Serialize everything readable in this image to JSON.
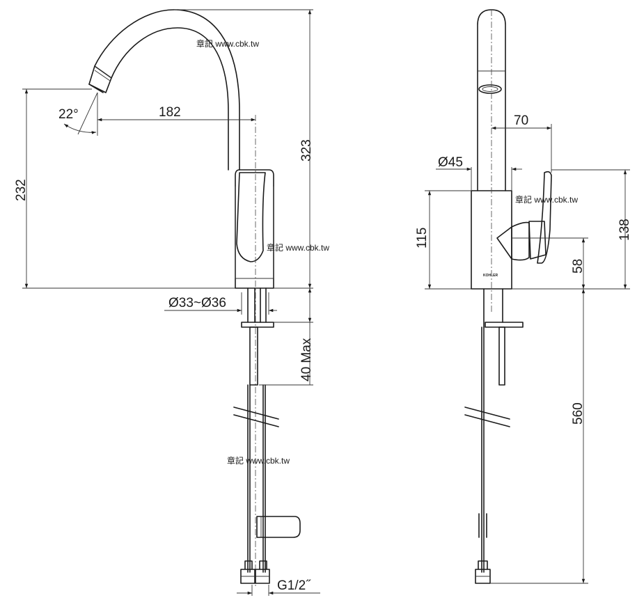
{
  "watermark": "章記 www.cbk.tw",
  "brand": "KOHLER",
  "front_view": {
    "spout_angle": "22°",
    "reach": "182",
    "total_height": "323",
    "spout_height": "232",
    "hole_diameter": "Ø33~Ø36",
    "deck_thickness": "40 Max",
    "connection": "G1/2˝"
  },
  "side_view": {
    "handle_reach": "70",
    "body_diameter": "Ø45",
    "body_height": "115",
    "handle_height": "138",
    "handle_axis": "58",
    "hose_length": "560"
  }
}
